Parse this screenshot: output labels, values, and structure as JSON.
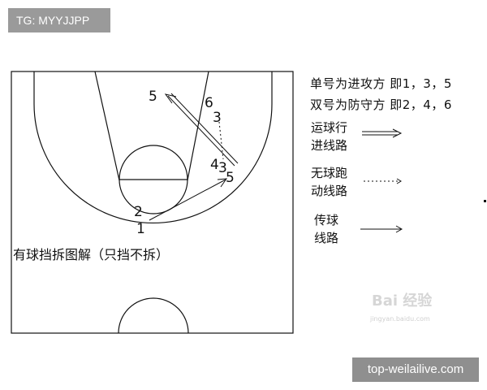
{
  "watermark_top": "TG: MYYJJPP",
  "watermark_bottom": "top-weilailive.com",
  "diagram": {
    "caption": "有球挡拆图解（只挡不拆）",
    "players": {
      "p1": "1",
      "p2": "2",
      "p3": "3",
      "p4": "4",
      "p5_top": "5",
      "p5_mid": "5",
      "p6": "6"
    }
  },
  "legend": {
    "line1": "单号为进攻方 即1，3，5",
    "line2": "双号为防守方 即2，4，6",
    "dribble": [
      "运球行",
      "进线路"
    ],
    "off_ball": [
      "无球跑",
      "动线路"
    ],
    "pass": [
      "传球",
      "线路"
    ]
  },
  "baidu_watermark": {
    "logo_text": "Bai 经验",
    "url": "jingyan.baidu.com"
  }
}
